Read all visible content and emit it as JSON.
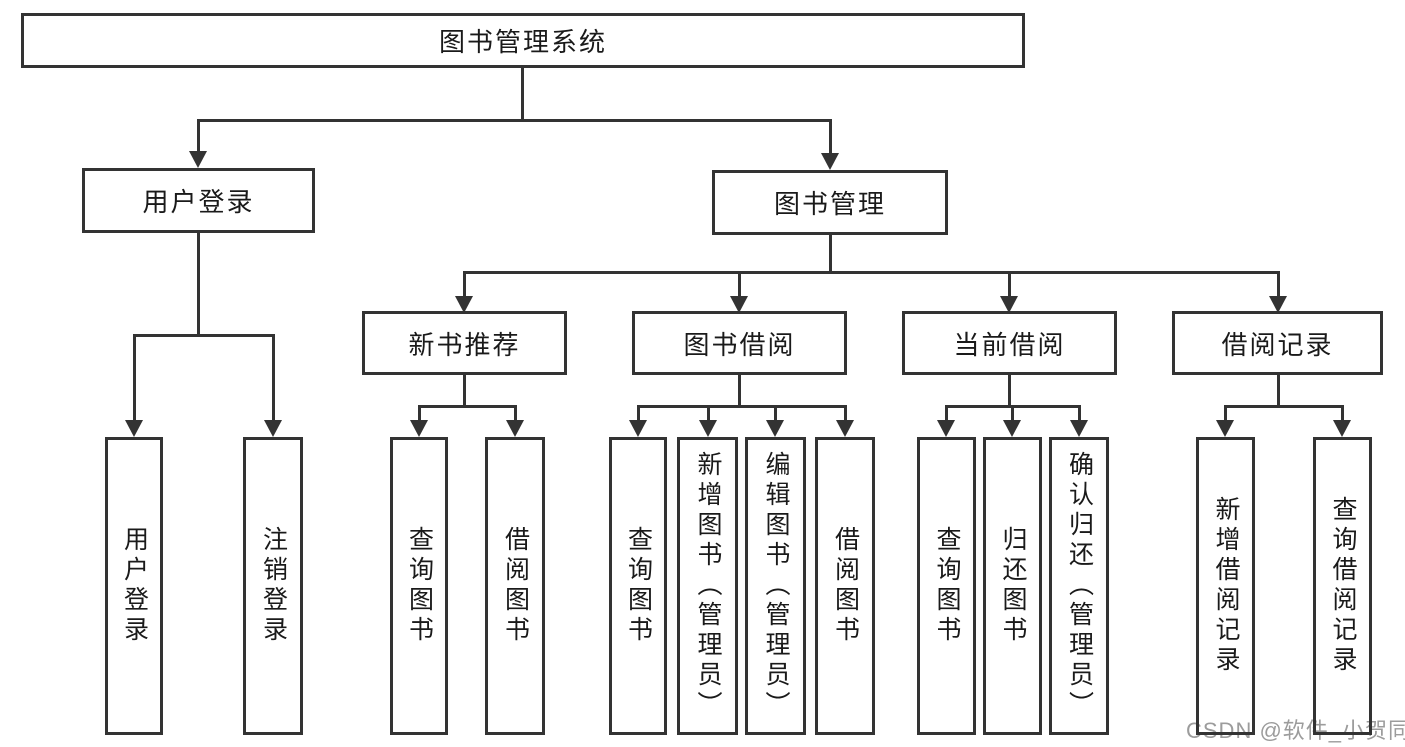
{
  "tree": {
    "label": "图书管理系统",
    "children": [
      {
        "label": "用户登录",
        "children": [
          {
            "label": "用户登录"
          },
          {
            "label": "注销登录"
          }
        ]
      },
      {
        "label": "图书管理",
        "children": [
          {
            "label": "新书推荐",
            "children": [
              {
                "label": "查询图书"
              },
              {
                "label": "借阅图书"
              }
            ]
          },
          {
            "label": "图书借阅",
            "children": [
              {
                "label": "查询图书"
              },
              {
                "label": "新增图书（管理员）"
              },
              {
                "label": "编辑图书（管理员）"
              },
              {
                "label": "借阅图书"
              }
            ]
          },
          {
            "label": "当前借阅",
            "children": [
              {
                "label": "查询图书"
              },
              {
                "label": "归还图书"
              },
              {
                "label": "确认归还（管理员）"
              }
            ]
          },
          {
            "label": "借阅记录",
            "children": [
              {
                "label": "新增借阅记录"
              },
              {
                "label": "查询借阅记录"
              }
            ]
          }
        ]
      }
    ]
  },
  "watermark": {
    "text": "CSDN @软件_小贺同学"
  },
  "colors": {
    "line": "#333333",
    "text": "#1a1a1a",
    "background": "#ffffff",
    "watermark": "#9c9c9c"
  }
}
